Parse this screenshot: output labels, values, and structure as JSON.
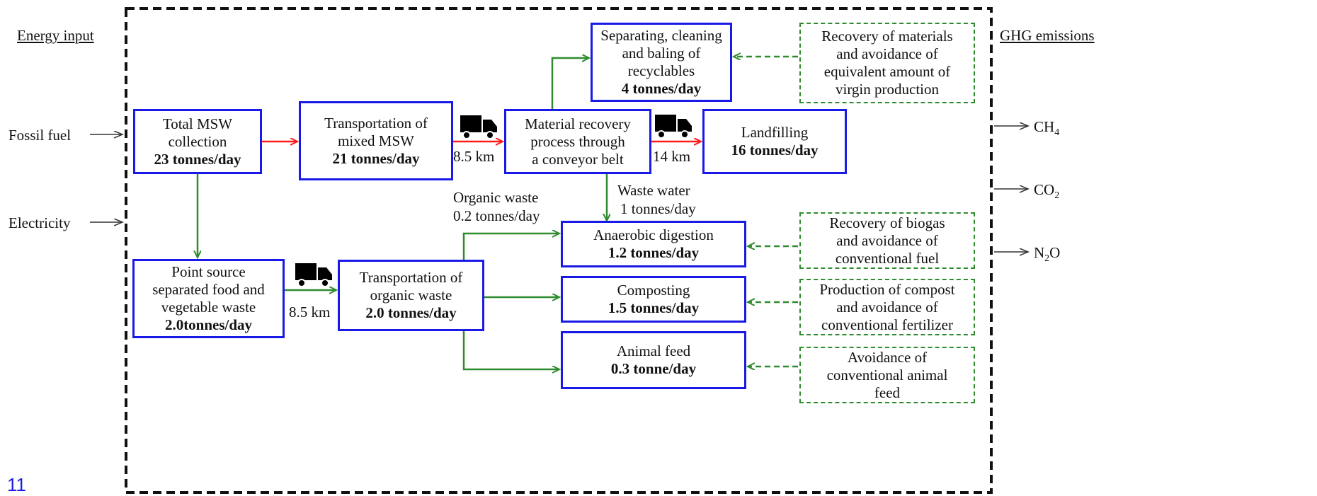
{
  "side_labels": {
    "energy_input_title": "Energy input",
    "ghg_title": "GHG emissions",
    "fossil_fuel": "Fossil fuel",
    "electricity": "Electricity",
    "ch4": "CH",
    "ch4_sub": "4",
    "co2": "CO",
    "co2_sub": "2",
    "n2o": "N",
    "n2o_sub": "2",
    "n2o_tail": "O"
  },
  "boxes": {
    "total_msw": {
      "line1": "Total MSW",
      "line2": "collection",
      "amount": "23 tonnes/day"
    },
    "transport_mixed": {
      "line1": "Transportation  of",
      "line2": "mixed MSW",
      "amount": "21 tonnes/day"
    },
    "material_recovery": {
      "line1": "Material recovery",
      "line2": "process  through",
      "line3": "a conveyor  belt"
    },
    "landfilling": {
      "line1": "Landfilling",
      "amount": "16 tonnes/day"
    },
    "separating": {
      "line1": "Separating, cleaning",
      "line2": "and baling of",
      "line3": "recyclables",
      "amount": "4 tonnes/day"
    },
    "point_source": {
      "line1": "Point source",
      "line2": "separated food and",
      "line3": "vegetable waste",
      "amount": "2.0tonnes/day"
    },
    "transport_organic": {
      "line1": "Transportation of",
      "line2": "organic waste",
      "amount": "2.0 tonnes/day"
    },
    "anaerobic": {
      "line1": "Anaerobic digestion",
      "amount": "1.2 tonnes/day"
    },
    "composting": {
      "line1": "Composting",
      "amount": "1.5 tonnes/day"
    },
    "animal_feed": {
      "line1": "Animal feed",
      "amount": "0.3 tonne/day"
    }
  },
  "recovery_boxes": {
    "materials": {
      "line1": "Recovery of  materials",
      "line2": "and avoidance of",
      "line3": "equivalent amount of",
      "line4": "virgin production"
    },
    "biogas": {
      "line1": "Recovery of biogas",
      "line2": "and avoidance of",
      "line3": "conventional fuel"
    },
    "compost": {
      "line1": "Production of compost",
      "line2": "and avoidance of",
      "line3": "conventional fertilizer"
    },
    "feed": {
      "line1": "Avoidance of",
      "line2": "conventional  animal",
      "line3": "feed"
    }
  },
  "edge_labels": {
    "dist_mixed": "8.5 km",
    "dist_landfill": "14 km",
    "dist_organic": "8.5 km",
    "organic_waste": "Organic waste",
    "organic_amount": "0.2 tonnes/day",
    "waste_water": "Waste water",
    "waste_water_amount": "1 tonnes/day"
  },
  "page_number": "11",
  "colors": {
    "box_border": "#1a1ae6",
    "flow_green": "#2e8b2e",
    "flow_red": "#ff1a1a",
    "boundary": "#111111"
  }
}
